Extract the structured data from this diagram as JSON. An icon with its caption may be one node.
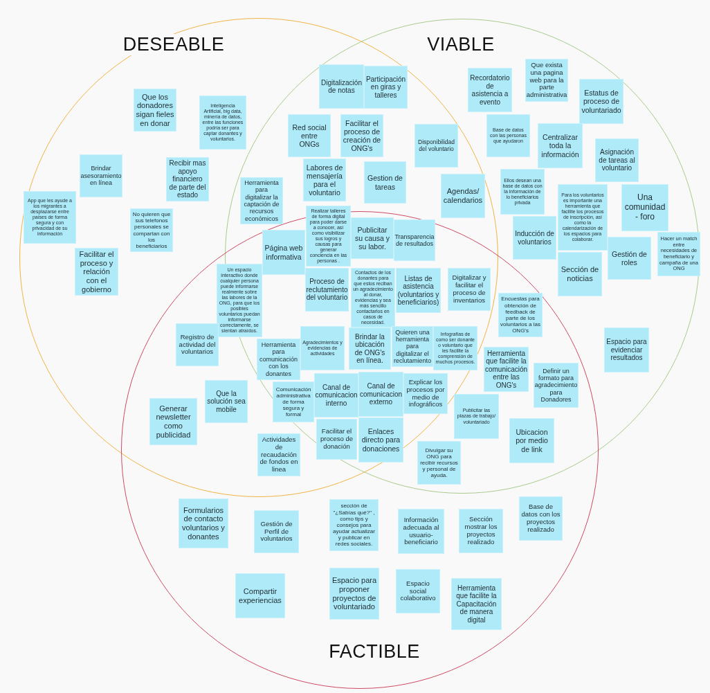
{
  "diagram": {
    "nodes": [
      {
        "text": [
          "DESEABLE"
        ]
      },
      {
        "text": [
          "VIABLE"
        ]
      },
      {
        "text": [
          "FACTIBLE"
        ]
      },
      {
        "text": [
          "Que los donadores sigan fieles en donar"
        ],
        "in": 0
      },
      {
        "text": [
          "Inteligencia Artificial, big data, minería de datos, entre las funciones podría ser para captar donantes y voluntarios."
        ],
        "in": 0
      },
      {
        "text": [
          "Digitalización de notas"
        ]
      },
      {
        "text": [
          "Participación en giras y talleres"
        ]
      },
      {
        "text": [
          "Recordatorio de asistencia a evento"
        ],
        "in": 1
      },
      {
        "text": [
          "Que exista una pagina web para la parte administrativa"
        ],
        "in": 1
      },
      {
        "text": [
          "Estatus de proceso de voluntariado"
        ],
        "in": 1
      },
      {
        "text": [
          "Brindar asesoramiento en línea"
        ],
        "in": 0
      },
      {
        "text": [
          "Red social entre ONGs"
        ]
      },
      {
        "text": [
          "Facilitar el proceso de creación de ONG's"
        ]
      },
      {
        "text": [
          "Base de datos con las personas que ayudaron"
        ],
        "in": 1
      },
      {
        "text": [
          "Centralizar toda la información"
        ],
        "in": 1
      },
      {
        "text": [
          "Recibir mas apoyo financiero de parte del estado"
        ],
        "in": 0
      },
      {
        "text": [
          "Disponibilidad del voluntario"
        ]
      },
      {
        "text": [
          "Asignación de tareas al voluntario"
        ],
        "in": 1
      },
      {
        "text": [
          "Labores de mensajería para el voluntario"
        ]
      },
      {
        "text": [
          "Gestion de tareas"
        ]
      },
      {
        "text": [
          "Herramienta para digitalizar la captación de recursos económicos"
        ]
      },
      {
        "text": [
          "Agendas/ calendarios"
        ]
      },
      {
        "text": [
          "Ellos desean una base de datos con la información de lo beneficiarios privada"
        ],
        "in": 1
      },
      {
        "text": [
          "Para los voluntarios es importante una herramienta que facilite los procesos de inscripción, así como la calendarización de los espacios para colaborar."
        ],
        "in": 1
      },
      {
        "text": [
          "Una comunidad - foro"
        ],
        "in": 1
      },
      {
        "text": [
          "App que les ayude a los migrantes a desplazarse entre países de forma segura y con privacidad de su información"
        ],
        "in": 0
      },
      {
        "text": [
          "No quieren que sus telefonos personales se compartan con los beneficiarios"
        ]
      },
      {
        "text": [
          "Facilitar el proceso y relación con el gobierno"
        ],
        "in": 0
      },
      {
        "text": [
          "Página web informativa"
        ]
      },
      {
        "text": [
          "Realizar talleres de forma digital para poder darse a conocer, así como visibilizar sus logros y causas para generar conciencia en las personas ."
        ]
      },
      {
        "text": [
          "Publicitar su causa y su labor."
        ]
      },
      {
        "text": [
          "Transparencia de resultados"
        ]
      },
      {
        "text": [
          "Inducción de voluntarios"
        ]
      },
      {
        "text": [
          "Gestión de roles"
        ],
        "in": 1
      },
      {
        "text": [
          "Hacer un match entre necesidades de beneficiario y campaña de una ONG"
        ],
        "in": 1
      },
      {
        "text": [
          "Un espacio interactivo donde cualquier persona puede informarse realmente sobre las labores de la ONG, para que los posibles voluntarios puedan informarse correctamente, se sientan atraídos."
        ]
      },
      {
        "text": [
          "Proceso de reclutamiento del voluntario"
        ]
      },
      {
        "text": [
          "Contactos de los donantes para que estos reciban un agradecimiento al donar, evidencias y sea más sencillo contactarlos en casos de necesidad."
        ]
      },
      {
        "text": [
          "Listas de asistencia (voluntarios y beneficiarios)"
        ]
      },
      {
        "text": [
          "Digitalizar y facilitar el proceso de inventarios"
        ]
      },
      {
        "text": [
          "Sección de noticias"
        ]
      },
      {
        "text": [
          "Encuestas para obtención de feedback de parte de los voluntarios a las ONG's"
        ]
      },
      {
        "text": [
          "Herramienta para comunicación con los donantes"
        ]
      },
      {
        "text": [
          "Agradecimientos y evidencias de actividades"
        ]
      },
      {
        "text": [
          "Brindar la ubicación de ONG's en línea."
        ]
      },
      {
        "text": [
          "Quieren una herramienta para digitalizar el reclutamiento"
        ]
      },
      {
        "text": [
          "Infografías de como ser donante o voluntario que les facilite la comprensión de muchos procesos."
        ]
      },
      {
        "text": [
          "Registro de actividad del voluntarios"
        ]
      },
      {
        "text": [
          "Espacio para evidenciar resultados"
        ],
        "in": 1
      },
      {
        "text": [
          "Herramienta que facilite la comunicación entre las ONG's"
        ]
      },
      {
        "text": [
          "Comunicación administrativa de forma segura y formal"
        ]
      },
      {
        "text": [
          "Canal de comunicacion interno"
        ]
      },
      {
        "text": [
          "Canal de comunicacion externo"
        ]
      },
      {
        "text": [
          "Explicar los procesos por medio de infográficos"
        ]
      },
      {
        "text": [
          "Definir un formato para agradecimiento para Donadores"
        ]
      },
      {
        "text": [
          "Que la solución sea mobile"
        ]
      },
      {
        "text": [
          "Generar newsletter como publicidad"
        ]
      },
      {
        "text": [
          "Publicitar las plazas de trabajo/ voluntariado"
        ]
      },
      {
        "text": [
          "Facilitar el proceso de donación"
        ]
      },
      {
        "text": [
          "Enlaces directo para donaciones"
        ]
      },
      {
        "text": [
          "Ubicacion por medio de link"
        ]
      },
      {
        "text": [
          "Actividades de recaudación de fondos en linea"
        ]
      },
      {
        "text": [
          "Divulgar su ONG para recibir recursos y personal de ayuda."
        ]
      },
      {
        "text": [
          "Formularios de contacto voluntarios y donantes"
        ],
        "in": 2
      },
      {
        "text": [
          "sección de \"¿Sabías qué?\" , como tips y consejos para ayudar actualizar y publicar en redes sociales."
        ],
        "in": 2
      },
      {
        "text": [
          "Base de datos con los proyectos realizado"
        ],
        "in": 2
      },
      {
        "text": [
          "Gestión de Perfil de voluntarios"
        ],
        "in": 2
      },
      {
        "text": [
          "Información adecuada al usuario-beneficiario"
        ],
        "in": 2
      },
      {
        "text": [
          "Sección mostrar los proyectos realizado"
        ],
        "in": 2
      },
      {
        "text": [
          "Compartir experiencias"
        ],
        "in": 2
      },
      {
        "text": [
          "Espacio para proponer proyectos de voluntariado"
        ],
        "in": 2
      },
      {
        "text": [
          "Espacio social colaborativo"
        ],
        "in": 2
      },
      {
        "text": [
          "Herramienta que facilite la Capacitación de manera digital"
        ],
        "in": 2
      }
    ]
  }
}
